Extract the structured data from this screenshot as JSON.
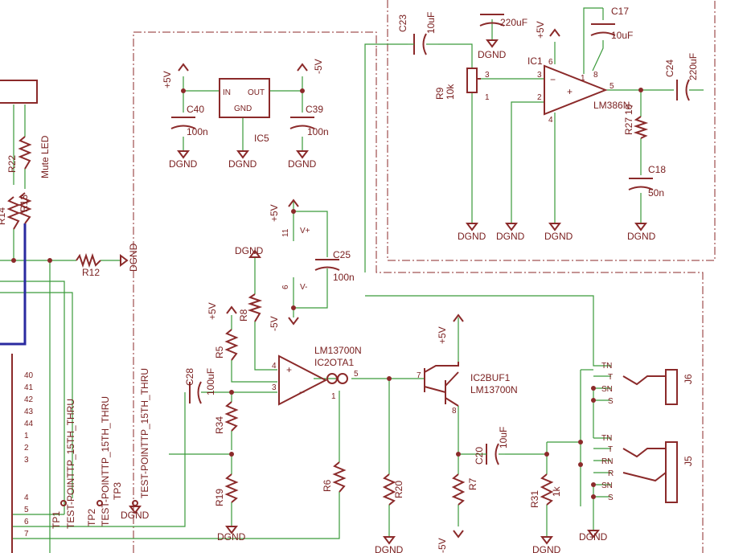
{
  "gnd": "DGND",
  "plus5": "+5V",
  "minus5": "-5V",
  "parts": {
    "c23": {
      "name": "C23",
      "value": "10uF"
    },
    "c30": {
      "value": "220uF"
    },
    "c17": {
      "name": "C17",
      "value": "10uF"
    },
    "ic1": {
      "name": "IC1",
      "part": "LM386N-"
    },
    "c24": {
      "name": "C24",
      "value": "220uF"
    },
    "r9": {
      "name": "R9",
      "value": "10k"
    },
    "r27": {
      "name": "R27",
      "value": "10"
    },
    "c18": {
      "name": "C18",
      "value": "50n"
    },
    "c40": {
      "name": "C40",
      "value": "100n"
    },
    "c39": {
      "name": "C39",
      "value": "100n"
    },
    "ic5": {
      "name": "IC5",
      "in": "IN",
      "out": "OUT",
      "gnd": "GND"
    },
    "r22": {
      "name": "R22"
    },
    "mute": {
      "label": "Mute LED"
    },
    "r14": {
      "name": "R14"
    },
    "r13": {
      "name": "R13"
    },
    "r12": {
      "name": "R12"
    },
    "c25": {
      "name": "C25",
      "value": "100n"
    },
    "r8": {
      "name": "R8"
    },
    "r5": {
      "name": "R5"
    },
    "ota": {
      "part": "LM13700N",
      "name": "IC2OTA1"
    },
    "buf": {
      "name": "IC2BUF1",
      "part": "LM13700N"
    },
    "c28": {
      "name": "C28",
      "value": "100uF"
    },
    "r34": {
      "name": "R34"
    },
    "r19": {
      "name": "R19"
    },
    "r6": {
      "name": "R6"
    },
    "r20": {
      "name": "R20"
    },
    "r7": {
      "name": "R7"
    },
    "c20": {
      "name": "C20",
      "value": "10uF"
    },
    "r31": {
      "name": "R31",
      "value": "1k"
    },
    "j6": {
      "name": "J6",
      "pins": [
        "TN",
        "T",
        "SN",
        "S"
      ]
    },
    "j5": {
      "name": "J5",
      "pins": [
        "TN",
        "T",
        "RN",
        "R",
        "SN",
        "S"
      ]
    },
    "tp1": {
      "name": "TP1",
      "label": "TEST-POINTTP_15TH_THRU"
    },
    "tp2": {
      "name": "TP2",
      "label": "TEST-POINTTP_15TH_THRU"
    },
    "tp3": {
      "name": "TP3",
      "label": "TEST-POINTTP_15TH_THRU"
    }
  },
  "pins": {
    "ic1": [
      "3",
      "2",
      "6",
      "4",
      "5",
      "8",
      "1"
    ],
    "ota": [
      "4",
      "3",
      "5",
      "1",
      "11",
      "6"
    ],
    "buf": [
      "7",
      "8"
    ],
    "r9": [
      "3",
      "1"
    ],
    "v_plus": "V+",
    "v_minus": "V-",
    "connector": [
      "40",
      "41",
      "42",
      "43",
      "44",
      "1",
      "2",
      "3",
      "4",
      "5",
      "6",
      "7"
    ]
  }
}
